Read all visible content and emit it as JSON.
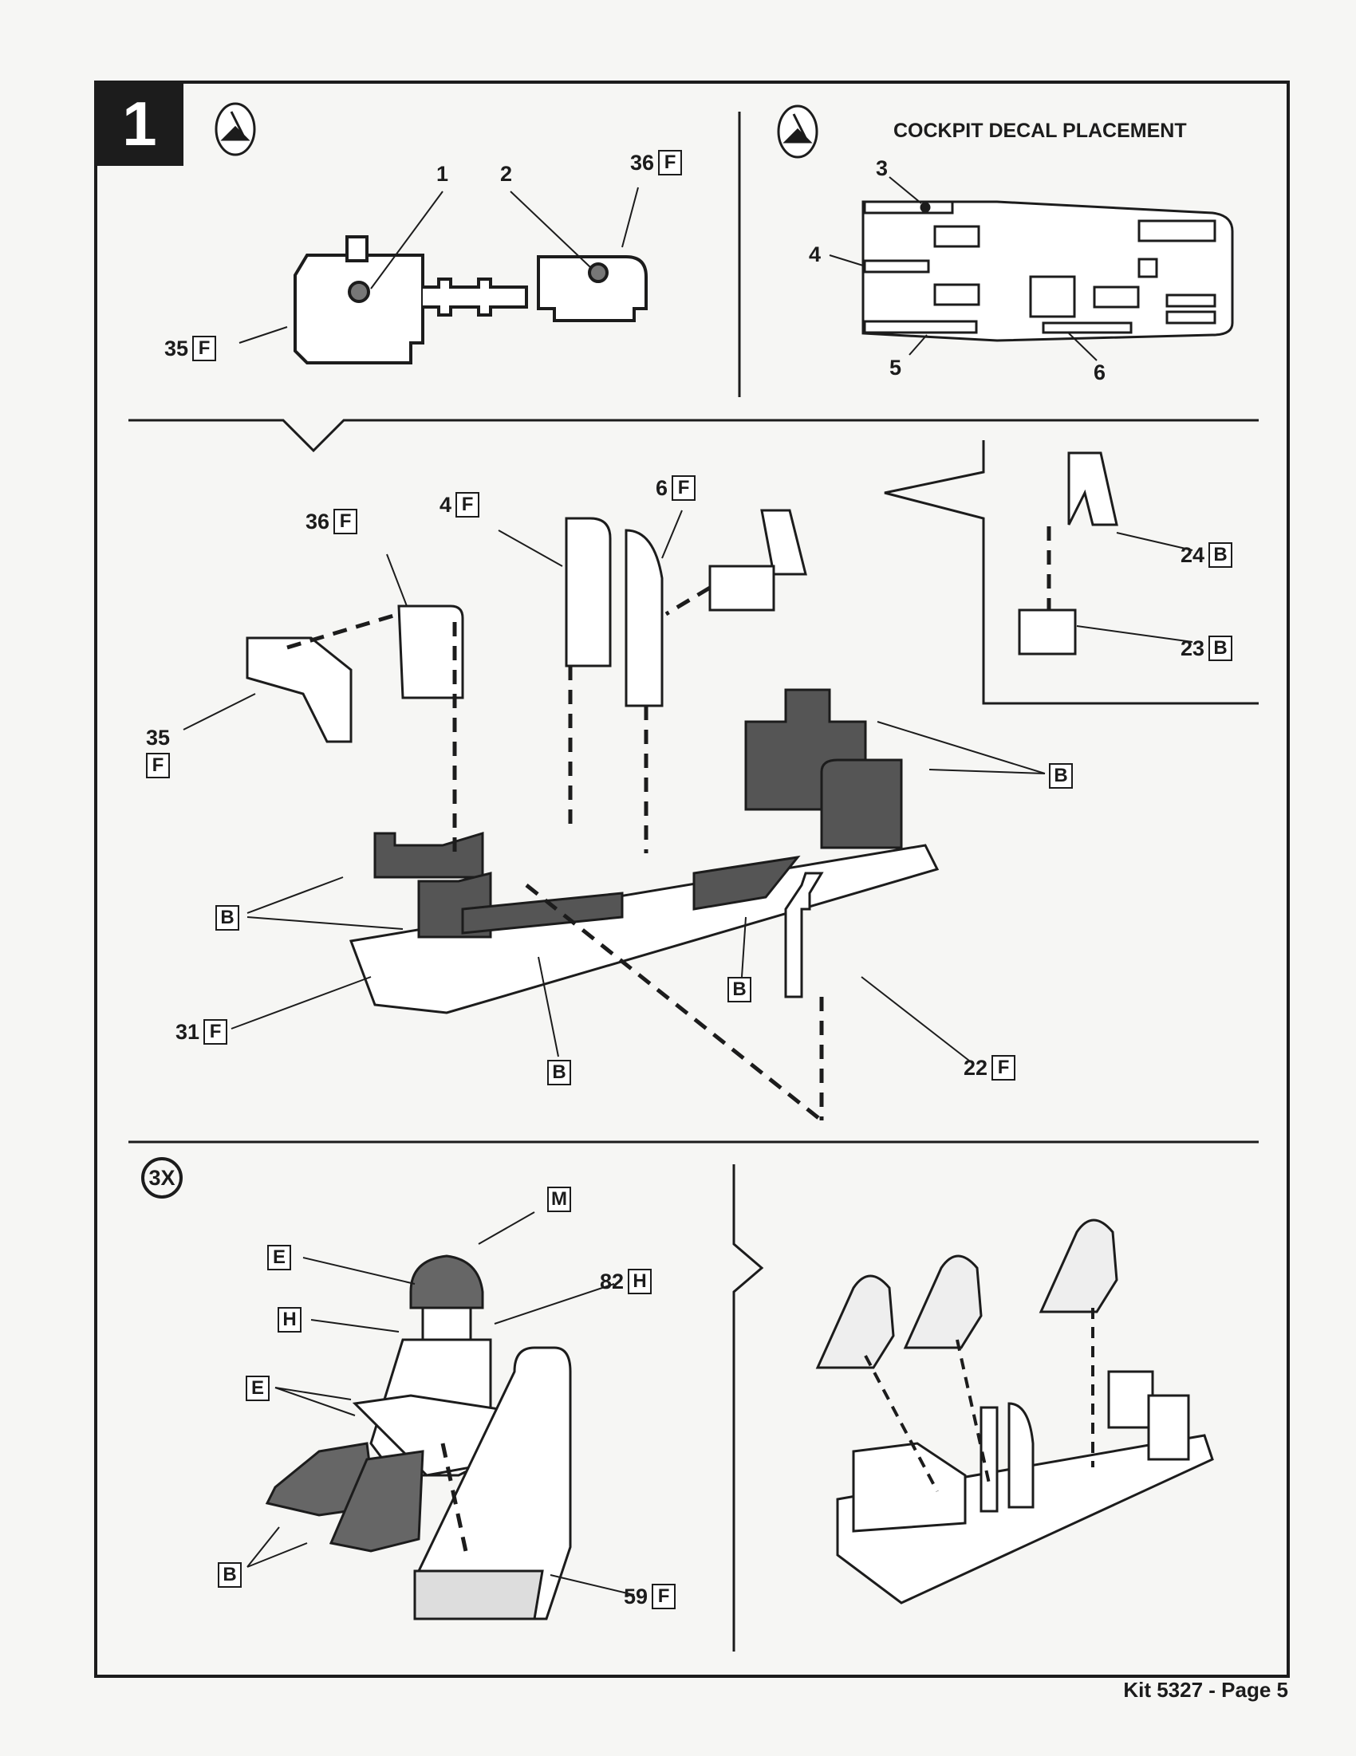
{
  "step": {
    "number": "1"
  },
  "decal_section": {
    "title": "COCKPIT DECAL PLACEMENT",
    "decals": [
      "3",
      "4",
      "5",
      "6"
    ]
  },
  "panels": {
    "decal_1": "1",
    "decal_2": "2",
    "part_36": {
      "num": "36",
      "sprue": "F"
    },
    "part_35": {
      "num": "35",
      "sprue": "F"
    }
  },
  "assembly": {
    "part_36": {
      "num": "36",
      "sprue": "F"
    },
    "part_4": {
      "num": "4",
      "sprue": "F"
    },
    "part_6": {
      "num": "6",
      "sprue": "F"
    },
    "part_24": {
      "num": "24",
      "sprue": "B"
    },
    "part_23": {
      "num": "23",
      "sprue": "B"
    },
    "part_35": {
      "num": "35",
      "sprue": "F"
    },
    "part_31": {
      "num": "31",
      "sprue": "F"
    },
    "part_22": {
      "num": "22",
      "sprue": "F"
    },
    "seat_sprue": "B",
    "console_sprue_left": "B",
    "console_sprue_mid": "B",
    "console_sprue_bottom": "B"
  },
  "figures": {
    "quantity": "3X",
    "helmet_sprue": "M",
    "head_sprue": "E",
    "part_82": {
      "num": "82",
      "sprue": "H"
    },
    "torso_sprue": "H",
    "arms_sprue": "E",
    "boots_sprue": "B",
    "part_59": {
      "num": "59",
      "sprue": "F"
    }
  },
  "footer": {
    "text": "Kit 5327 - Page 5"
  }
}
